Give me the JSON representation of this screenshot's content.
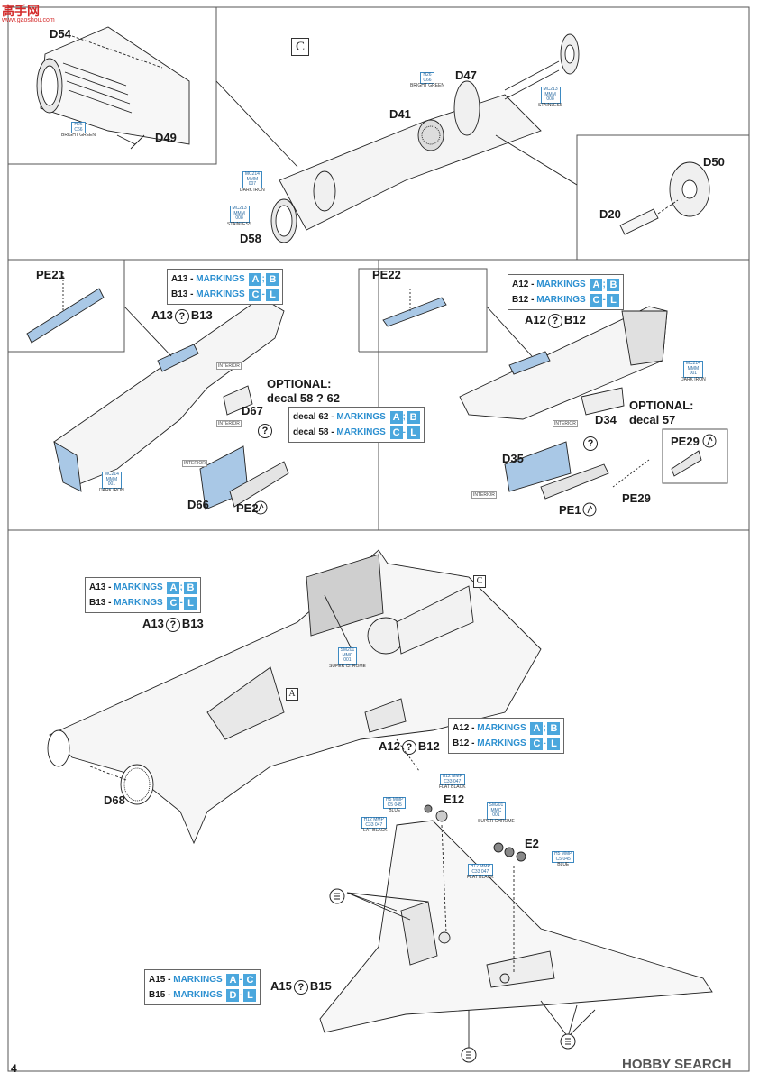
{
  "watermark": {
    "top_brand": "高手网",
    "top_url": "www.gaoshou.com",
    "bottom_brand": "HOBBY SEARCH"
  },
  "page_number": "4",
  "step_letters": {
    "c_main": "C",
    "c_ref": "C",
    "a_ref": "A"
  },
  "parts": {
    "d54": "D54",
    "d49": "D49",
    "d47": "D47",
    "d41": "D41",
    "d58": "D58",
    "d50": "D50",
    "d20": "D20",
    "pe21": "PE21",
    "d67": "D67",
    "d66": "D66",
    "pe2": "PE2",
    "pe22": "PE22",
    "d34": "D34",
    "d35": "D35",
    "pe1": "PE1",
    "pe29a": "PE29",
    "pe29b": "PE29",
    "d68": "D68",
    "e12": "E12",
    "e2": "E2"
  },
  "paint_callouts": {
    "bright_green_1": {
      "codes": [
        "H26",
        "C66"
      ],
      "name": "BRIGHT GREEN"
    },
    "bright_green_2": {
      "codes": [
        "H26",
        "C66"
      ],
      "name": "BRIGHT GREEN"
    },
    "stainless_1": {
      "codes": [
        "MC213",
        "MMM",
        "008"
      ],
      "name": "STAINLESS"
    },
    "dark_iron_1": {
      "codes": [
        "MC214",
        "MMM",
        "007"
      ],
      "name": "DARK IRON"
    },
    "stainless_2": {
      "codes": [
        "MC213",
        "MMM",
        "008"
      ],
      "name": "STAINLESS"
    },
    "dark_iron_2": {
      "codes": [
        "MC214",
        "MMM",
        "001"
      ],
      "name": "DARK IRON"
    },
    "dark_iron_3": {
      "codes": [
        "MC214",
        "MMM",
        "001"
      ],
      "name": "DARK IRON"
    },
    "super_chrome_1": {
      "codes": [
        "SM201",
        "MMC",
        "001"
      ],
      "name": "SUPER CHROME"
    },
    "super_chrome_2": {
      "codes": [
        "SM201",
        "MMC",
        "001"
      ],
      "name": "SUPER CHROME"
    },
    "flat_black_1": {
      "codes": [
        "H12",
        "C33",
        "MMP",
        "047"
      ],
      "name": "FLAT BLACK"
    },
    "blue_1": {
      "codes": [
        "H5",
        "C5",
        "MMP",
        "045"
      ],
      "name": "BLUE"
    },
    "flat_black_2": {
      "codes": [
        "H12",
        "C33",
        "MMP",
        "047"
      ],
      "name": "FLAT BLACK"
    },
    "blue_2": {
      "codes": [
        "H5",
        "C5",
        "MMP",
        "045"
      ],
      "name": "BLUE"
    },
    "flat_black_3": {
      "codes": [
        "H12",
        "C33",
        "MMP",
        "047"
      ],
      "name": "FLAT BLACK"
    }
  },
  "interior_label": "INTERIOR",
  "optional_1": {
    "title": "OPTIONAL:",
    "text": "decal 58 ? 62"
  },
  "optional_2": {
    "title": "OPTIONAL:",
    "text": "decal 57"
  },
  "markings_boxes": {
    "box_a13_top": [
      {
        "prefix": "A13 - ",
        "word": "MARKINGS",
        "letters": [
          "A",
          "B"
        ]
      },
      {
        "prefix": "B13 - ",
        "word": "MARKINGS",
        "letters": [
          "C",
          "L"
        ]
      }
    ],
    "box_a12_top": [
      {
        "prefix": "A12 - ",
        "word": "MARKINGS",
        "letters": [
          "A",
          "B"
        ]
      },
      {
        "prefix": "B12 - ",
        "word": "MARKINGS",
        "letters": [
          "C",
          "L"
        ]
      }
    ],
    "box_decal": [
      {
        "prefix": "decal 62 - ",
        "word": "MARKINGS",
        "letters": [
          "A",
          "B"
        ]
      },
      {
        "prefix": "decal 58 - ",
        "word": "MARKINGS",
        "letters": [
          "C",
          "L"
        ]
      }
    ],
    "box_a13_mid": [
      {
        "prefix": "A13 - ",
        "word": "MARKINGS",
        "letters": [
          "A",
          "B"
        ]
      },
      {
        "prefix": "B13 - ",
        "word": "MARKINGS",
        "letters": [
          "C",
          "L"
        ]
      }
    ],
    "box_a12_mid": [
      {
        "prefix": "A12 - ",
        "word": "MARKINGS",
        "letters": [
          "A",
          "B"
        ]
      },
      {
        "prefix": "B12 - ",
        "word": "MARKINGS",
        "letters": [
          "C",
          "L"
        ]
      }
    ],
    "box_a15": [
      {
        "prefix": "A15 - ",
        "word": "MARKINGS",
        "letters": [
          "A",
          "C"
        ]
      },
      {
        "prefix": "B15 - ",
        "word": "MARKINGS",
        "letters": [
          "D",
          "L"
        ]
      }
    ]
  },
  "choice_labels": {
    "a13_top": {
      "left": "A13",
      "right": "B13"
    },
    "a12_top": {
      "left": "A12",
      "right": "B12"
    },
    "a13_mid": {
      "left": "A13",
      "right": "B13"
    },
    "a12_mid": {
      "left": "A12",
      "right": "B12"
    },
    "a15": {
      "left": "A15",
      "right": "B15"
    }
  },
  "colors": {
    "markings_blue": "#4ba7dd",
    "paint_blue": "#2a6aa0",
    "part_fill": "#a9c8e6"
  }
}
